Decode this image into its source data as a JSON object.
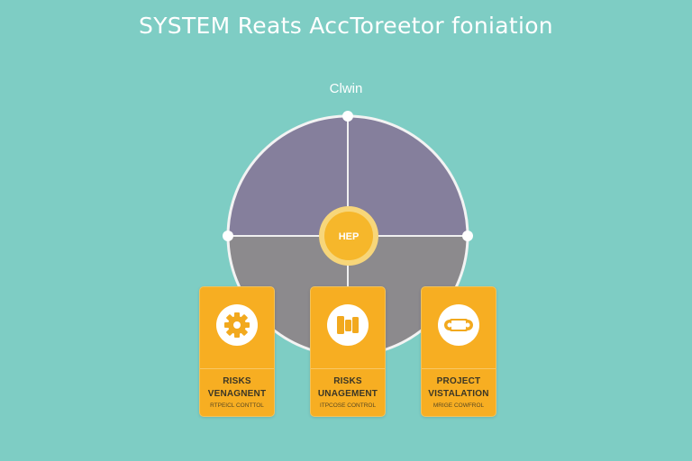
{
  "diagram": {
    "title": "SYSTEM Reats AccToreetor foniation",
    "top_label": "Clwin",
    "hub_label": "HEP",
    "colors": {
      "background": "#7ecdc4",
      "wheel_top": "#857f9c",
      "wheel_bottom": "#8c8a8d",
      "hub": "#f6b72b",
      "card": "#f7ae22"
    },
    "cards": [
      {
        "name": "RISKS\nVENAGNENT",
        "sub": "RTPEICL CONTTOL",
        "icon": "gear-icon"
      },
      {
        "name": "RISKS\nUNAGEMENT",
        "sub": "ITPCOSE CONTROL",
        "icon": "blocks-icon"
      },
      {
        "name": "PROJECT\nVISTALATION",
        "sub": "MRIGE COWFROL",
        "icon": "scroll-icon"
      }
    ]
  }
}
